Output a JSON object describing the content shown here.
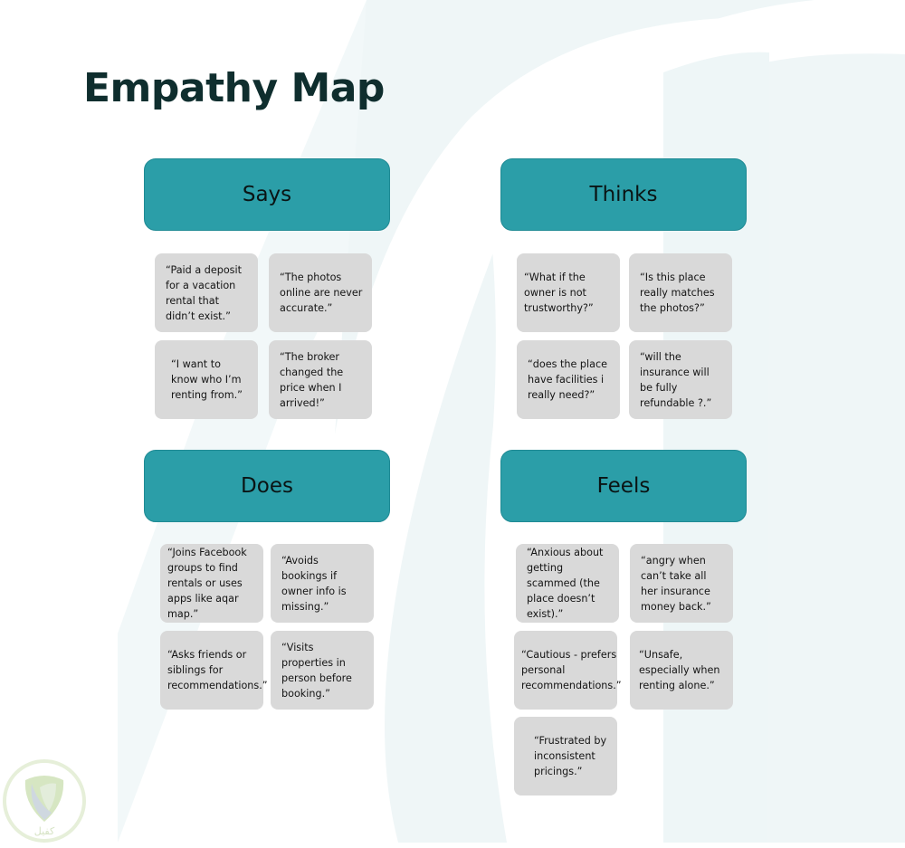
{
  "title": "Empathy Map",
  "colors": {
    "header_bg": "#2b9ea8",
    "card_bg": "#d9d9d9",
    "title_text": "#0f2e2e",
    "background_shape": "#eef6f7"
  },
  "quadrants": [
    {
      "label": "Says",
      "cards": [
        "“Paid a deposit for a vacation rental that didn’t exist.”",
        "“The photos online are never accurate.”",
        "“I want to know who I’m renting from.”",
        "“The broker changed the price when I arrived!”"
      ]
    },
    {
      "label": "Thinks",
      "cards": [
        "“What if the owner is not trustworthy?”",
        "“Is this place really matches the photos?”",
        "“does the place have facilities i really need?”",
        "“will the insurance will be fully refundable ?.”"
      ]
    },
    {
      "label": "Does",
      "cards": [
        "“Joins Facebook groups to find rentals or uses apps like aqar map.”",
        "“Avoids bookings if owner info is missing.”",
        "“Asks friends or siblings for recommendations.”",
        "“Visits properties in person before booking.”"
      ]
    },
    {
      "label": "Feels",
      "cards": [
        "“Anxious about getting scammed (the place doesn’t exist).”",
        "“angry when can’t take all her insurance money back.”",
        "“Cautious - prefers personal recommendations.”",
        "“Unsafe, especially when renting alone.”",
        "“Frustrated by inconsistent pricings.”"
      ]
    }
  ],
  "logo": {
    "icon": "shield-icon",
    "caption": "كفيل"
  }
}
